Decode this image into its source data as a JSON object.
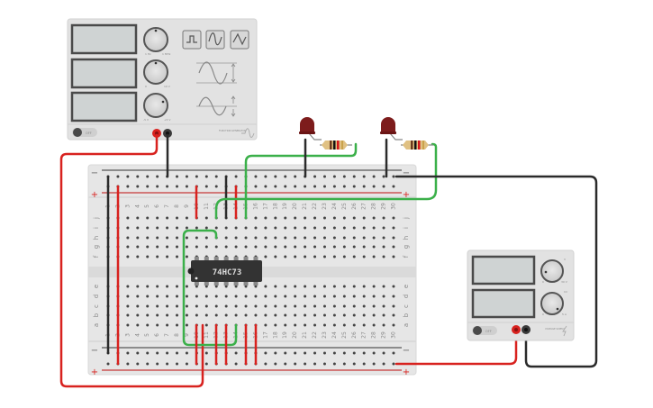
{
  "app": {
    "type": "circuit-simulator-canvas"
  },
  "function_generator": {
    "name": "Function Generator",
    "brand_label": "FUNCTION GENERATOR",
    "power_label": "OFF",
    "knobs": [
      {
        "name": "frequency",
        "min_label": "1 Hz",
        "max_label": "1 MHz"
      },
      {
        "name": "amplitude",
        "min_label": "0",
        "max_label": "10 V"
      },
      {
        "name": "dc-offset",
        "min_label": "-5 V",
        "max_label": "+5 V"
      }
    ],
    "waveforms": [
      "square",
      "sine",
      "triangle"
    ],
    "icons": [
      "sine-amplitude-icon",
      "sine-offset-icon",
      "function-generator-logo-icon"
    ]
  },
  "power_supply": {
    "name": "DC Power Supply",
    "brand_label": "VOLTAGE SUPPLY",
    "power_label": "OFF",
    "knobs": [
      {
        "name": "voltage",
        "min_label": "0",
        "max_label": "30 V",
        "indicator_label": "V"
      },
      {
        "name": "current",
        "min_label": "0",
        "max_label": "5 A",
        "indicator_label": "CC"
      }
    ]
  },
  "breadboard": {
    "columns": 30,
    "rows_top": [
      "j",
      "i",
      "h",
      "g",
      "f"
    ],
    "rows_bottom": [
      "e",
      "d",
      "c",
      "b",
      "a"
    ],
    "rail_minus": "−",
    "rail_plus": "+"
  },
  "chip": {
    "label": "74HC73"
  },
  "leds": [
    {
      "color": "red"
    },
    {
      "color": "red"
    }
  ],
  "resistors": [
    {
      "bands": [
        "#6b3a1e",
        "#111111",
        "#d4161b",
        "#c9a24a"
      ]
    },
    {
      "bands": [
        "#6b3a1e",
        "#111111",
        "#d4161b",
        "#c9a24a"
      ]
    }
  ],
  "colors": {
    "wire_red": "#d8221f",
    "wire_black": "#2b2b2b",
    "wire_green": "#3bb04a",
    "board": "#e6e6e6",
    "panel": "#e2e2e2",
    "led": "#7d1c1c",
    "chip": "#333333"
  }
}
